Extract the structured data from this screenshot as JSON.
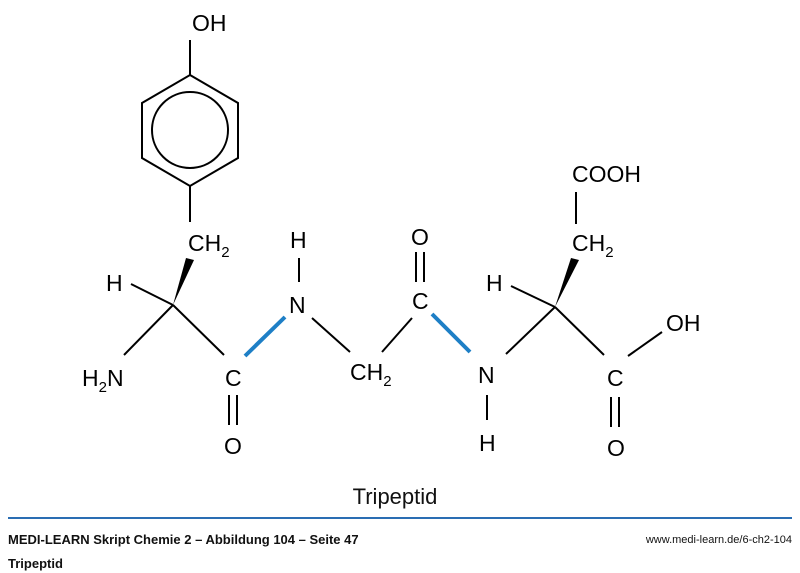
{
  "diagram": {
    "atoms": {
      "oh_top": "OH",
      "ch2_tyr": "CH",
      "ch2_tyr_sub": "2",
      "h_alpha1": "H",
      "h2n_h": "H",
      "h2n_sub": "2",
      "h2n_n": "N",
      "c1": "C",
      "o1": "O",
      "n1": "N",
      "h_n1": "H",
      "ch2_gly": "CH",
      "ch2_gly_sub": "2",
      "c2": "C",
      "o2": "O",
      "n2": "N",
      "h_n2": "H",
      "h_alpha2": "H",
      "ch2_asp": "CH",
      "ch2_asp_sub": "2",
      "cooh": "COOH",
      "c3": "C",
      "oh_c3": "OH",
      "o3": "O"
    },
    "peptide_bond_color": "#1e7fc6",
    "caption": "Tripeptid"
  },
  "footer": {
    "source": "MEDI-LEARN Skript Chemie 2 – Abbildung 104 – Seite 47",
    "url": "www.medi-learn.de/6-ch2-104",
    "title": "Tripeptid",
    "rule_color": "#2a6db3"
  }
}
